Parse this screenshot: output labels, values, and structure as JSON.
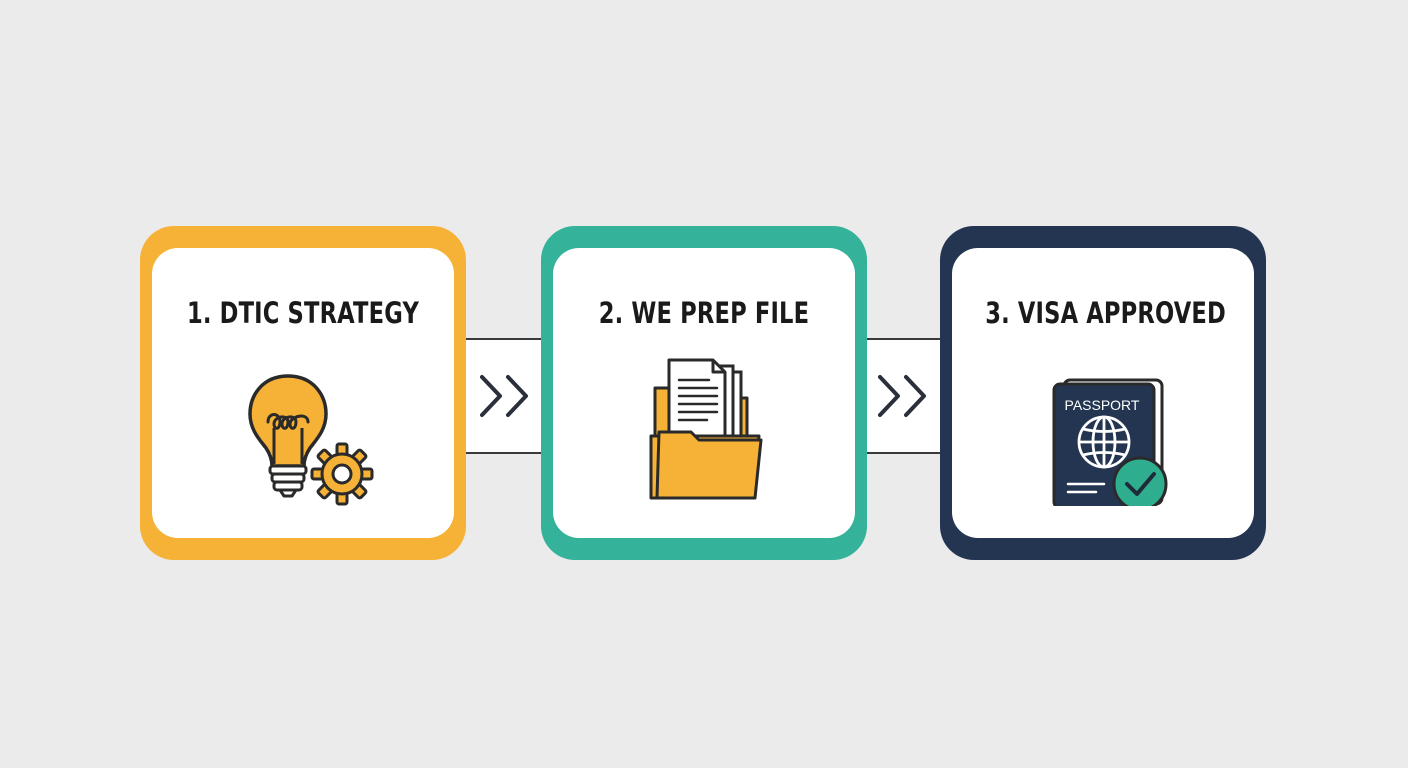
{
  "steps": [
    {
      "title": "1. DTIC STRATEGY",
      "color": "#f6b236",
      "icon": "lightbulb-gear-icon"
    },
    {
      "title": "2. WE PREP FILE",
      "color": "#35b39a",
      "icon": "folder-documents-icon"
    },
    {
      "title": "3. VISA APPROVED",
      "color": "#243552",
      "icon": "passport-check-icon"
    }
  ],
  "passport_label": "PASSPORT",
  "connector_icon": "double-chevron-right-icon",
  "colors": {
    "background": "#ebebeb",
    "outline": "#2a2a2a",
    "folder": "#f6b236",
    "check": "#2fae8f",
    "passport": "#243552"
  }
}
